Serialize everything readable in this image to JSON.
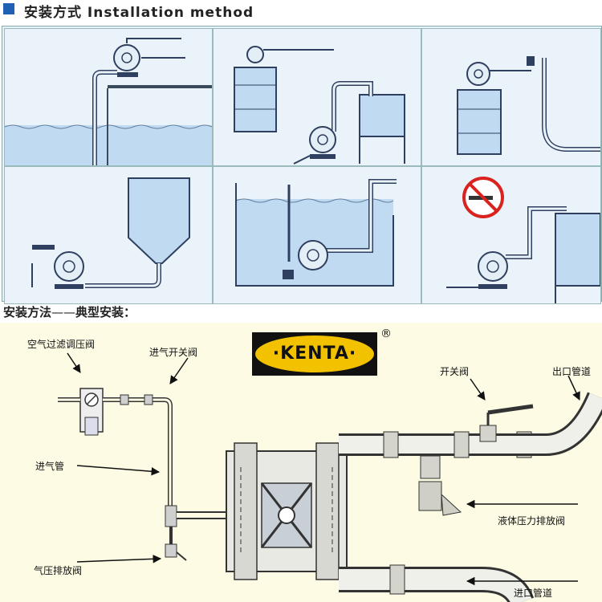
{
  "heading": {
    "title": "安装方式 Installation method"
  },
  "section2": {
    "title": "安装方法",
    "separator": "——",
    "subtitle": "典型安装："
  },
  "logo": {
    "text": "·KENTA·",
    "registered": "®"
  },
  "labels": {
    "air_filter_regulator": "空气过滤调压阀",
    "air_inlet_switch_valve": "进气开关阀",
    "switch_valve": "开关阀",
    "outlet_pipe": "出口管道",
    "air_inlet_pipe": "进气管",
    "liquid_pressure_relief_valve": "液体压力排放阀",
    "air_pressure_relief_valve": "气压排放阀",
    "inlet_pipe": "进口管道"
  },
  "colors": {
    "accent_square": "#1f5fb4",
    "water": "#bfdaf1",
    "pipe": "#2f3f5f",
    "bg_typical": "#fdfbe4",
    "logo_bg": "#f2c200",
    "no_smoking": "#d9231f"
  },
  "icons": [
    "pump-icon",
    "no-smoking-icon",
    "arrow-icon"
  ]
}
